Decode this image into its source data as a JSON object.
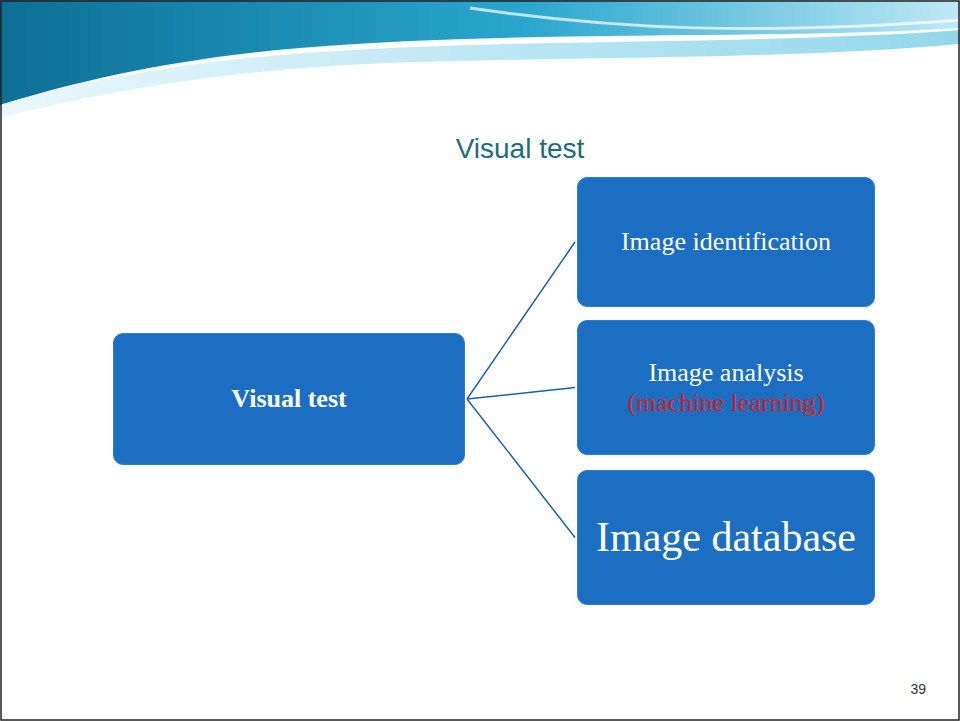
{
  "diagram": {
    "title": "Visual test",
    "nodes": [
      {
        "text": [
          "Visual test"
        ]
      },
      {
        "text": [
          "Image identification"
        ]
      },
      {
        "text": [
          "Image analysis",
          "(machine learning)"
        ]
      },
      {
        "text": [
          "Image database"
        ]
      }
    ],
    "edges": [
      {
        "from": 0,
        "to": 1,
        "arrow": "none"
      },
      {
        "from": 0,
        "to": 2,
        "arrow": "none"
      },
      {
        "from": 0,
        "to": 3,
        "arrow": "none"
      }
    ],
    "labels": [
      "39"
    ]
  }
}
